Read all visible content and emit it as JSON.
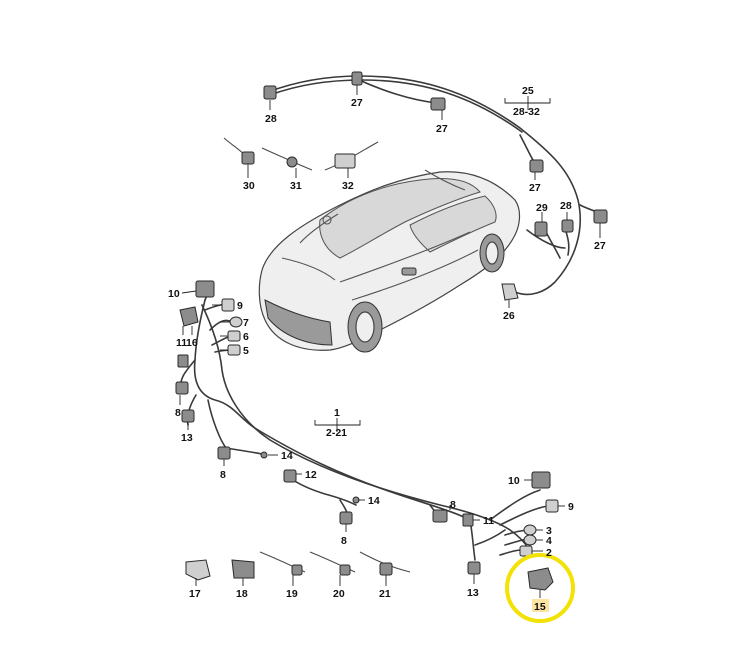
{
  "labels": {
    "l1": "1",
    "l2": "2",
    "l3": "3",
    "l4": "4",
    "l5": "5",
    "l6": "6",
    "l7": "7",
    "l8a": "8",
    "l8b": "8",
    "l8c": "8",
    "l8d": "8",
    "l9a": "9",
    "l9b": "9",
    "l10a": "10",
    "l10b": "10",
    "l11a": "11",
    "l11b": "11",
    "l12": "12",
    "l13a": "13",
    "l13b": "13",
    "l14a": "14",
    "l14b": "14",
    "l15": "15",
    "l16": "16",
    "l17": "17",
    "l18": "18",
    "l19": "19",
    "l20": "20",
    "l21": "21",
    "l25": "25",
    "l26": "26",
    "l27a": "27",
    "l27b": "27",
    "l27c": "27",
    "l27d": "27",
    "l28a": "28",
    "l28b": "28",
    "l29": "29",
    "l30": "30",
    "l31": "31",
    "l32": "32",
    "range_2_21": "2-21",
    "range_28_32": "28-32"
  },
  "highlight": {
    "part": "15",
    "color": "#f2e205"
  }
}
